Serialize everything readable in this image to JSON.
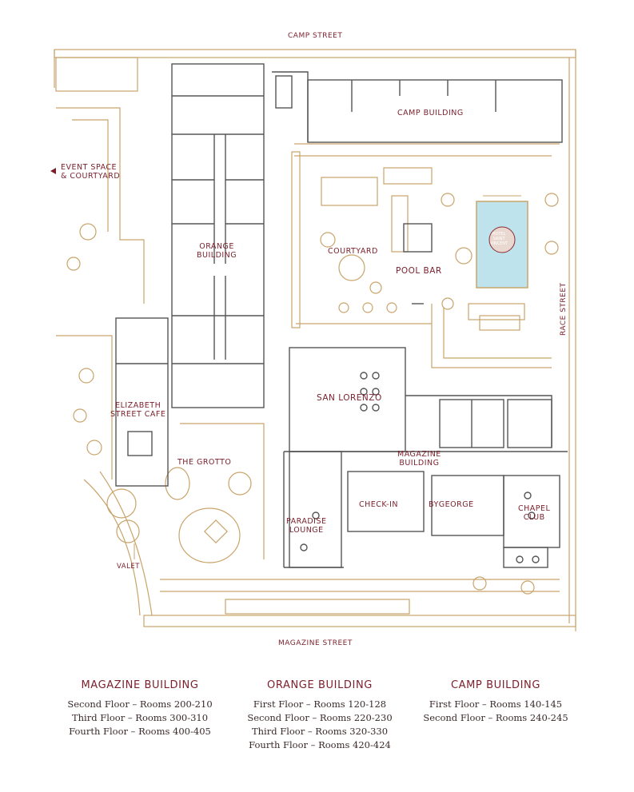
{
  "colors": {
    "outline": "#c9a46b",
    "walls": "#555555",
    "label": "#7a1f2b",
    "pool": "#bfe3ec"
  },
  "streets": {
    "top": "CAMP STREET",
    "bottom": "MAGAZINE STREET",
    "right": "RACE STREET"
  },
  "labels": {
    "event_space_1": "EVENT SPACE",
    "event_space_2": "& COURTYARD",
    "camp_building": "CAMP BUILDING",
    "orange_building_1": "ORANGE",
    "orange_building_2": "BUILDING",
    "courtyard": "COURTYARD",
    "pool_bar": "POOL BAR",
    "pool_sign_1": "HOTEL",
    "pool_sign_2": "SAINT",
    "pool_sign_3": "VINCENT",
    "elizabeth_1": "ELIZABETH",
    "elizabeth_2": "STREET CAFE",
    "san_lorenzo": "SAN LORENZO",
    "magazine_building_1": "MAGAZINE",
    "magazine_building_2": "BUILDING",
    "the_grotto": "THE GROTTO",
    "paradise_1": "PARADISE",
    "paradise_2": "LOUNGE",
    "check_in": "CHECK-IN",
    "bygeorge": "BYGEORGE",
    "chapel_1": "CHAPEL",
    "chapel_2": "CLUB",
    "valet": "VALET"
  },
  "legend": [
    {
      "title": "MAGAZINE BUILDING",
      "lines": [
        "Second Floor – Rooms 200-210",
        "Third Floor – Rooms 300-310",
        "Fourth Floor – Rooms 400-405"
      ]
    },
    {
      "title": "ORANGE BUILDING",
      "lines": [
        "First Floor – Rooms 120-128",
        "Second Floor – Rooms 220-230",
        "Third Floor – Rooms 320-330",
        "Fourth Floor – Rooms 420-424"
      ]
    },
    {
      "title": "CAMP BUILDING",
      "lines": [
        "First Floor – Rooms 140-145",
        "Second Floor – Rooms 240-245"
      ]
    }
  ]
}
